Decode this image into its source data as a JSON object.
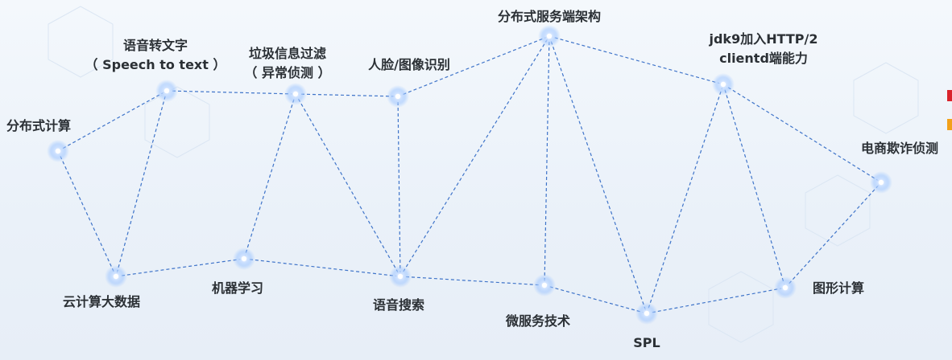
{
  "colors": {
    "edge": "#3f74c9",
    "node_glow": "#9fc6ff",
    "node_core": "#ffffff",
    "label": "#2b3035",
    "accent_red": "#d9232b",
    "accent_orange": "#f2a11a"
  },
  "nodes": [
    {
      "id": "distributed-computing",
      "label": "分布式计算"
    },
    {
      "id": "speech-to-text",
      "label": "语音转文字",
      "label2": "（ Speech to text ）"
    },
    {
      "id": "spam-filter",
      "label": "垃圾信息过滤",
      "label2": "（ 异常侦测 ）"
    },
    {
      "id": "face-recognition",
      "label": "人脸/图像识别"
    },
    {
      "id": "distributed-service",
      "label": "分布式服务端架构"
    },
    {
      "id": "jdk9-http2",
      "label": "jdk9加入HTTP/2",
      "label2": "clientd端能力"
    },
    {
      "id": "ecommerce-fraud",
      "label": "电商欺诈侦测"
    },
    {
      "id": "cloud-bigdata",
      "label": "云计算大数据"
    },
    {
      "id": "machine-learning",
      "label": "机器学习"
    },
    {
      "id": "voice-search",
      "label": "语音搜索"
    },
    {
      "id": "microservices",
      "label": "微服务技术"
    },
    {
      "id": "spl",
      "label": "SPL"
    },
    {
      "id": "graph-computing",
      "label": "图形计算"
    }
  ],
  "edges": [
    [
      "distributed-computing",
      "speech-to-text"
    ],
    [
      "distributed-computing",
      "cloud-bigdata"
    ],
    [
      "speech-to-text",
      "cloud-bigdata"
    ],
    [
      "speech-to-text",
      "spam-filter"
    ],
    [
      "spam-filter",
      "face-recognition"
    ],
    [
      "spam-filter",
      "machine-learning"
    ],
    [
      "spam-filter",
      "voice-search"
    ],
    [
      "face-recognition",
      "distributed-service"
    ],
    [
      "face-recognition",
      "voice-search"
    ],
    [
      "cloud-bigdata",
      "machine-learning"
    ],
    [
      "machine-learning",
      "voice-search"
    ],
    [
      "voice-search",
      "microservices"
    ],
    [
      "voice-search",
      "distributed-service"
    ],
    [
      "distributed-service",
      "microservices"
    ],
    [
      "distributed-service",
      "spl"
    ],
    [
      "distributed-service",
      "jdk9-http2"
    ],
    [
      "microservices",
      "spl"
    ],
    [
      "spl",
      "graph-computing"
    ],
    [
      "spl",
      "jdk9-http2"
    ],
    [
      "jdk9-http2",
      "graph-computing"
    ],
    [
      "jdk9-http2",
      "ecommerce-fraud"
    ],
    [
      "graph-computing",
      "ecommerce-fraud"
    ]
  ]
}
